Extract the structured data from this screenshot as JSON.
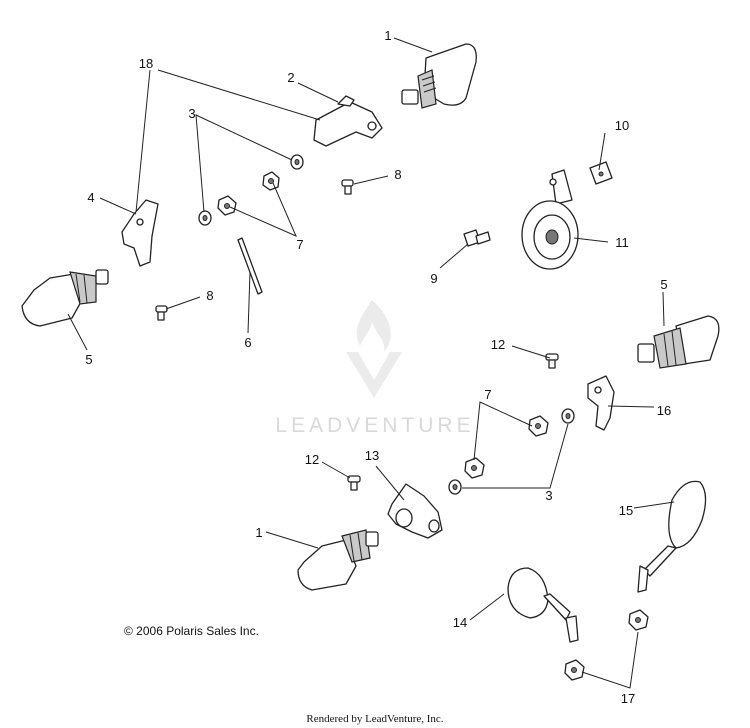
{
  "callouts": [
    {
      "id": "c1a",
      "text": "1"
    },
    {
      "id": "c2",
      "text": "2"
    },
    {
      "id": "c18",
      "text": "18"
    },
    {
      "id": "c3a",
      "text": "3"
    },
    {
      "id": "c10",
      "text": "10"
    },
    {
      "id": "c8a",
      "text": "8"
    },
    {
      "id": "c4",
      "text": "4"
    },
    {
      "id": "c7a",
      "text": "7"
    },
    {
      "id": "c11",
      "text": "11"
    },
    {
      "id": "c9",
      "text": "9"
    },
    {
      "id": "c8b",
      "text": "8"
    },
    {
      "id": "c5a",
      "text": "5"
    },
    {
      "id": "c6",
      "text": "6"
    },
    {
      "id": "c5b",
      "text": "5"
    },
    {
      "id": "c12a",
      "text": "12"
    },
    {
      "id": "c7b",
      "text": "7"
    },
    {
      "id": "c16",
      "text": "16"
    },
    {
      "id": "c12b",
      "text": "12"
    },
    {
      "id": "c13",
      "text": "13"
    },
    {
      "id": "c3b",
      "text": "3"
    },
    {
      "id": "c15",
      "text": "15"
    },
    {
      "id": "c1b",
      "text": "1"
    },
    {
      "id": "c14",
      "text": "14"
    },
    {
      "id": "c17",
      "text": "17"
    }
  ],
  "copyright": "© 2006 Polaris Sales Inc.",
  "watermark": "LEADVENTURE",
  "footer": "Rendered by LeadVenture, Inc.",
  "colors": {
    "line": "#222222",
    "watermark": "#d9d9d9",
    "shade": "#c9c9c9"
  }
}
